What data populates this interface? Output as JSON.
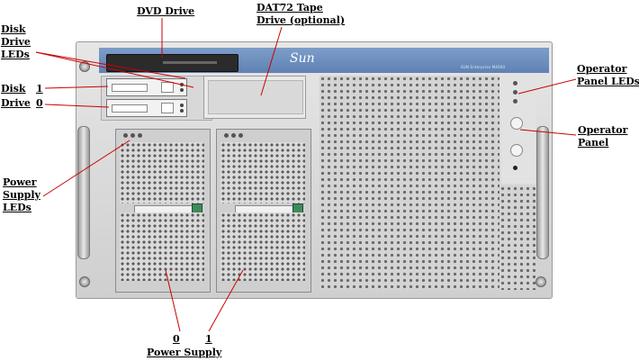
{
  "labels": {
    "dvd_drive": "DVD Drive",
    "tape_drive_line1": "DAT72 Tape",
    "tape_drive_line2": "Drive (optional)",
    "disk_drive_leds_line1": "Disk",
    "disk_drive_leds_line2": "Drive",
    "disk_drive_leds_line3": "LEDs",
    "disk_word": "Disk",
    "drive_word": "Drive",
    "disk_1": "1",
    "disk_0": "0",
    "power_supply_leds_line1": "Power",
    "power_supply_leds_line2": "Supply",
    "power_supply_leds_line3": "LEDs",
    "operator_panel_leds_line1": "Operator",
    "operator_panel_leds_line2": "Panel LEDs",
    "operator_panel_line1": "Operator",
    "operator_panel_line2": "Panel",
    "psu_0": "0",
    "psu_1": "1",
    "power_supply": "Power Supply"
  },
  "device": {
    "brand": "Sun",
    "model": "SUN Enterprise M4000"
  },
  "colors": {
    "top_band": "#6a8dbf",
    "latch": "#3e8d52",
    "leader_line": "#cc0000"
  }
}
